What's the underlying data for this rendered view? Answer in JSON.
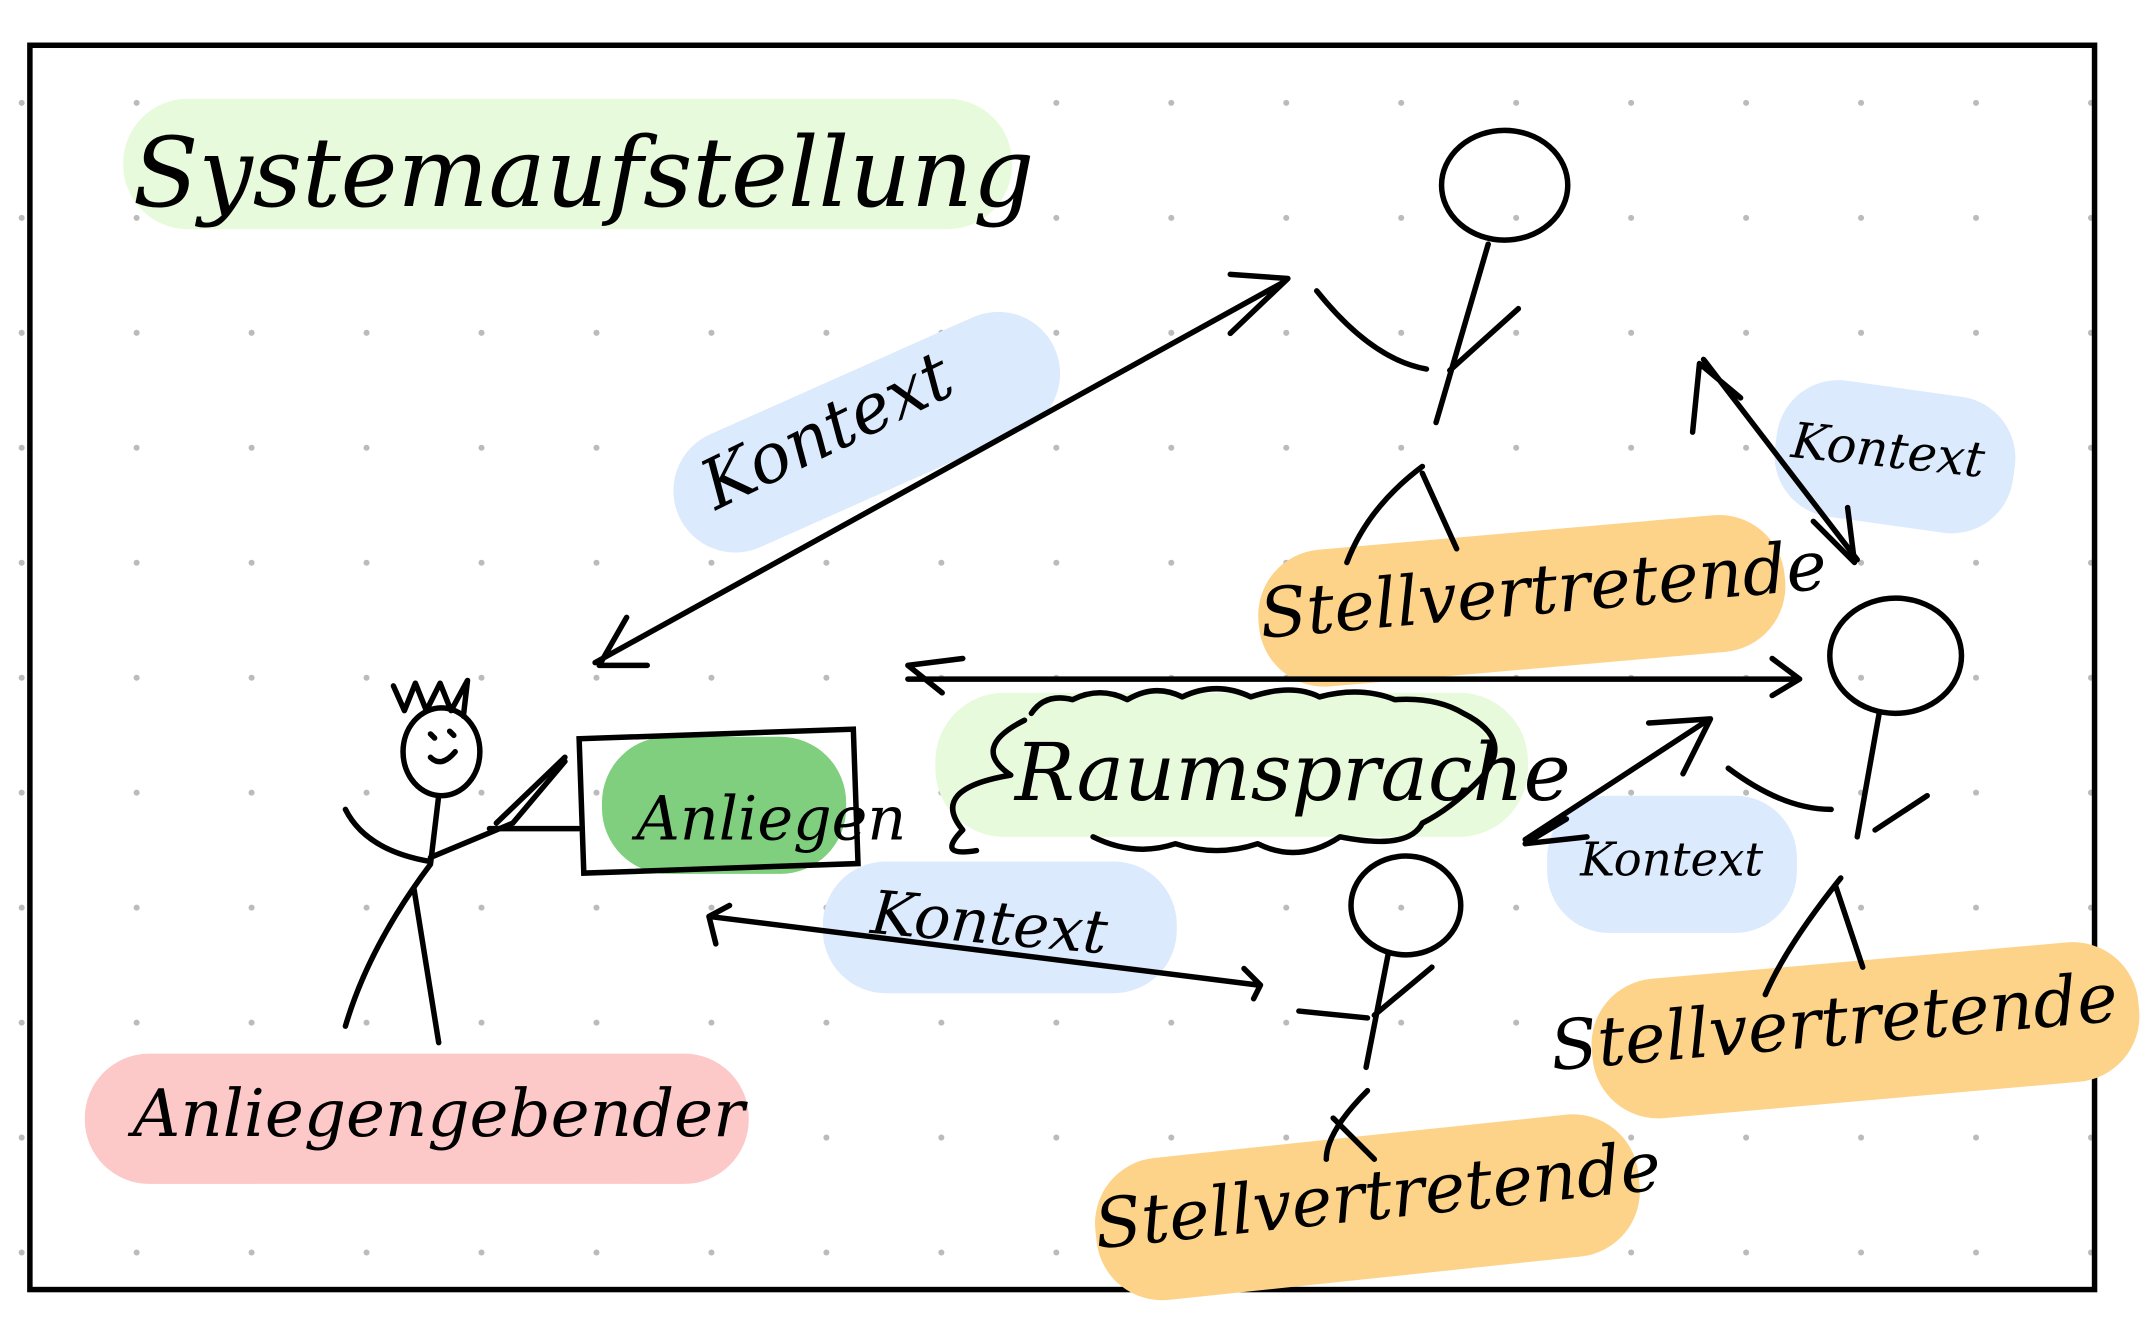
{
  "title": "Systemaufstellung",
  "labels": {
    "issue": "Anliegen",
    "issue_holder": "Anliegengebender",
    "spatial_language": "Raumsprache",
    "representative": "Stellvertretende",
    "context": "Kontext"
  },
  "colors": {
    "title_highlight": "#e8fadc",
    "context_highlight": "#dbeafd",
    "representative_highlight": "#fdd389",
    "issue_holder_highlight": "#fdc8c8",
    "issue_highlight": "#7fcf7f",
    "spatial_highlight": "#e8fadc",
    "ink": "#000000",
    "dot": "#bbbbbb"
  }
}
